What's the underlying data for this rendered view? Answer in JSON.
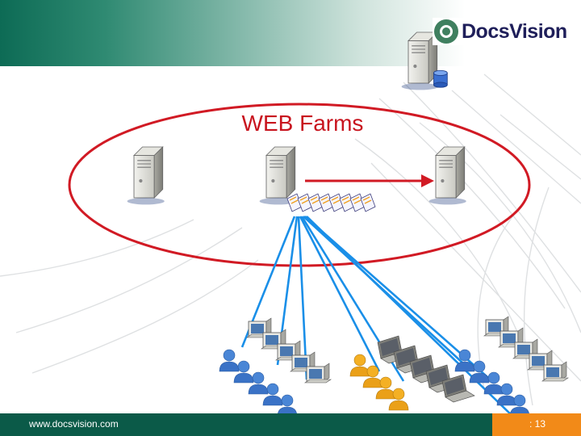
{
  "slide": {
    "title": "WEB Farms",
    "logo_text": "DocsVision",
    "footer_url": "www.docsvision.com",
    "page_label": ": 13"
  },
  "icons": {
    "logo": "docsvision-logo-icon",
    "database_server": "database-server-icon",
    "web_server": "web-server-icon",
    "session_stack": "session-stack-icon",
    "workstation_group": "workstation-group-icon",
    "laptop_group": "laptop-user-group-icon"
  },
  "colors": {
    "brand_green": "#0b5a48",
    "accent_orange": "#f28a18",
    "farm_outline": "#d11a24",
    "connection_lines": "#1a8fe8",
    "title_text": "#c8141e"
  }
}
